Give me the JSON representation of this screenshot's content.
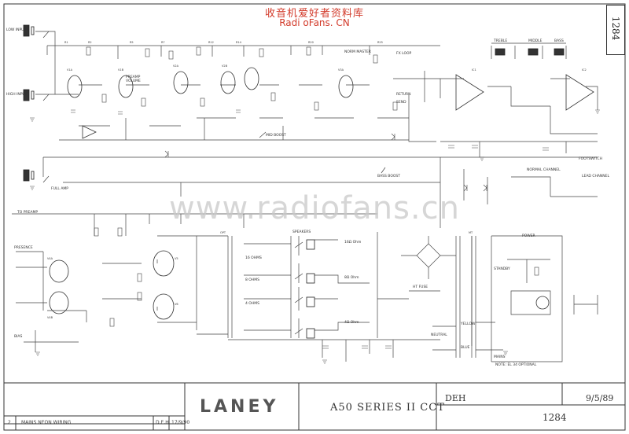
{
  "watermark": {
    "line1": "收音机爱好者资料库",
    "line2": "Radi oFans. CN",
    "big": "www.radiofans.cn"
  },
  "sheet_number": "1284",
  "title_block": {
    "brand": "LANEY",
    "title": "A50 SERIES II CCT",
    "drawn_by": "DEH",
    "date": "9/5/89",
    "drawing_number": "1284",
    "revision": {
      "number": "2",
      "description": "MAINS NEON WIRING",
      "initials": "D.E.H",
      "date": "17/9/90"
    }
  },
  "labels": {
    "low_input": "LOW INPUT",
    "high_input": "HIGH INPUT",
    "preamp": "PREAMP",
    "volume": "VOLUME",
    "norm_master": "NORM MASTER",
    "mid_boost": "MID BOOST",
    "bass_boost": "BASS BOOST",
    "full_amp": "FULL AMP",
    "to_preamp": "TO PREAMP",
    "presence": "PRESENCE",
    "treble": "TREBLE",
    "middle": "MIDDLE",
    "bass": "BASS",
    "normal_channel": "NORMAL CHANNEL",
    "lead_channel": "LEAD CHANNEL",
    "footswitch": "FOOTSWITCH",
    "speakers": "SPEAKERS",
    "ohm16": "16 OHMS",
    "ohm8": "8 OHMS",
    "ohm4": "4 OHMS",
    "speaker_16": "16Ω Ohm",
    "speaker_8": "8Ω Ohm",
    "speaker_4": "4Ω Ohm",
    "mains": "MAINS",
    "power": "POWER",
    "standby": "STANDBY",
    "ht_fuse": "HT FUSE",
    "yellow": "YELLOW",
    "neutral": "NEUTRAL",
    "blue": "BLUE",
    "fx_loop": "FX LOOP",
    "return": "RETURN",
    "send": "SEND",
    "bias": "BIAS",
    "note": "NOTE: EL 34 OPTIONAL"
  }
}
